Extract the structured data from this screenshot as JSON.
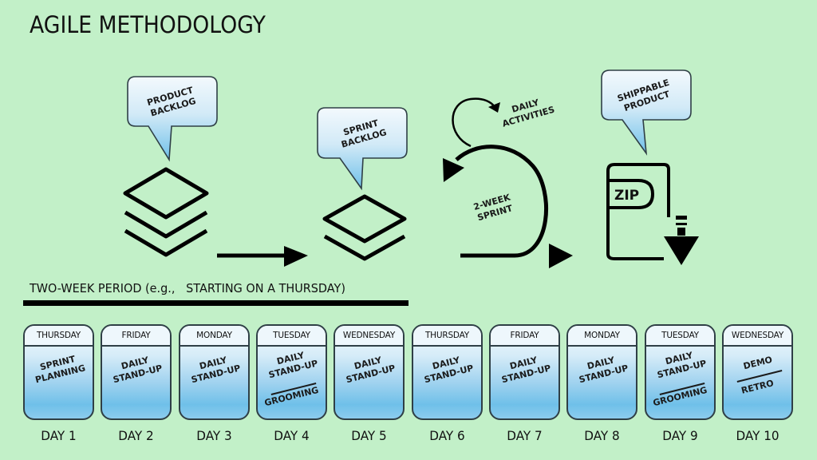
{
  "title": "AGILE METHODOLOGY",
  "flow": {
    "product_backlog": {
      "line1": "PRODUCT",
      "line2": "BACKLOG",
      "icon": "layers-stack-3"
    },
    "sprint_backlog": {
      "line1": "SPRINT",
      "line2": "BACKLOG",
      "icon": "layers-stack-2"
    },
    "daily_activities": {
      "line1": "DAILY",
      "line2": "ACTIVITIES"
    },
    "sprint_loop": {
      "line1": "2-WEEK",
      "line2": "SPRINT"
    },
    "shippable_product": {
      "line1": "SHIPPABLE",
      "line2": "PRODUCT",
      "zip_label": "ZIP",
      "icon": "zip-file-download"
    }
  },
  "colors": {
    "background": "#c2f0c8",
    "bubble_top": "#f3f9fd",
    "bubble_bottom": "#6fc0e9",
    "ink": "#000000"
  },
  "period": {
    "label": "TWO-WEEK PERIOD (e.g.,   STARTING ON A THURSDAY)"
  },
  "days": [
    {
      "weekday": "THURSDAY",
      "activities": [
        "SPRINT PLANNING"
      ],
      "day": "DAY 1"
    },
    {
      "weekday": "FRIDAY",
      "activities": [
        "DAILY STAND-UP"
      ],
      "day": "DAY 2"
    },
    {
      "weekday": "MONDAY",
      "activities": [
        "DAILY STAND-UP"
      ],
      "day": "DAY 3"
    },
    {
      "weekday": "TUESDAY",
      "activities": [
        "DAILY STAND-UP",
        "GROOMING"
      ],
      "day": "DAY 4"
    },
    {
      "weekday": "WEDNESDAY",
      "activities": [
        "DAILY STAND-UP"
      ],
      "day": "DAY 5"
    },
    {
      "weekday": "THURSDAY",
      "activities": [
        "DAILY STAND-UP"
      ],
      "day": "DAY 6"
    },
    {
      "weekday": "FRIDAY",
      "activities": [
        "DAILY STAND-UP"
      ],
      "day": "DAY 7"
    },
    {
      "weekday": "MONDAY",
      "activities": [
        "DAILY STAND-UP"
      ],
      "day": "DAY 8"
    },
    {
      "weekday": "TUESDAY",
      "activities": [
        "DAILY STAND-UP",
        "GROOMING"
      ],
      "day": "DAY 9"
    },
    {
      "weekday": "WEDNESDAY",
      "activities": [
        "DEMO",
        "RETRO"
      ],
      "day": "DAY 10"
    }
  ]
}
